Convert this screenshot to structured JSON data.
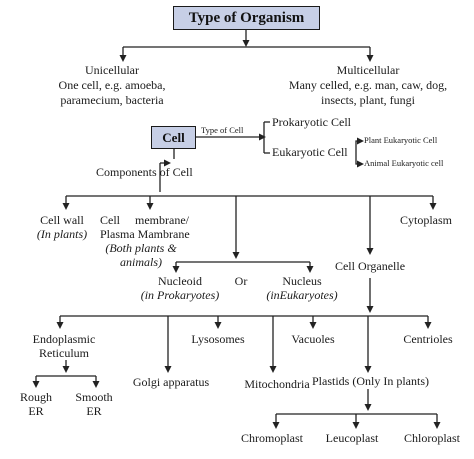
{
  "title": "Type of Organism",
  "cell_box": "Cell",
  "connector_label": "Type of Cell",
  "unicellular": {
    "title": "Unicellular",
    "line1": "One cell, e.g. amoeba,",
    "line2": "paramecium, bacteria"
  },
  "multicellular": {
    "title": "Multicellular",
    "line1": "Many celled, e.g. man, caw, dog,",
    "line2": "insects, plant, fungi"
  },
  "prokaryotic": "Prokaryotic Cell",
  "eukaryotic": "Eukaryotic Cell",
  "plant_eukaryotic": "Plant Eukaryotic Cell",
  "animal_eukaryotic": "Animal Eukaryotic cell",
  "components": "Components of Cell",
  "cell_wall": {
    "title": "Cell wall",
    "note": "(In plants)"
  },
  "cell_membrane": {
    "line1": "Cell     membrane/",
    "line2": "Plasma Mambrane",
    "note1": "(Both plants &",
    "note2": "animals)"
  },
  "cytoplasm": "Cytoplasm",
  "cell_organelle": "Cell Organelle",
  "nucleoid": {
    "title": "Nucleoid",
    "note": "(in Prokaryotes)"
  },
  "or_label": "Or",
  "nucleus": {
    "title": "Nucleus",
    "note": "(inEukaryotes)"
  },
  "er": {
    "line1": "Endoplasmic",
    "line2": "Reticulum"
  },
  "rough_er": {
    "line1": "Rough",
    "line2": "ER"
  },
  "smooth_er": {
    "line1": "Smooth",
    "line2": "ER"
  },
  "golgi": "Golgi apparatus",
  "lysosomes": "Lysosomes",
  "mitochondria": "Mitochondria",
  "vacuoles": "Vacuoles",
  "plastids": "Plastids (Only In plants)",
  "centrioles": "Centrioles",
  "chromoplast": "Chromoplast",
  "leucoplast": "Leucoplast",
  "chloroplast": "Chloroplast"
}
